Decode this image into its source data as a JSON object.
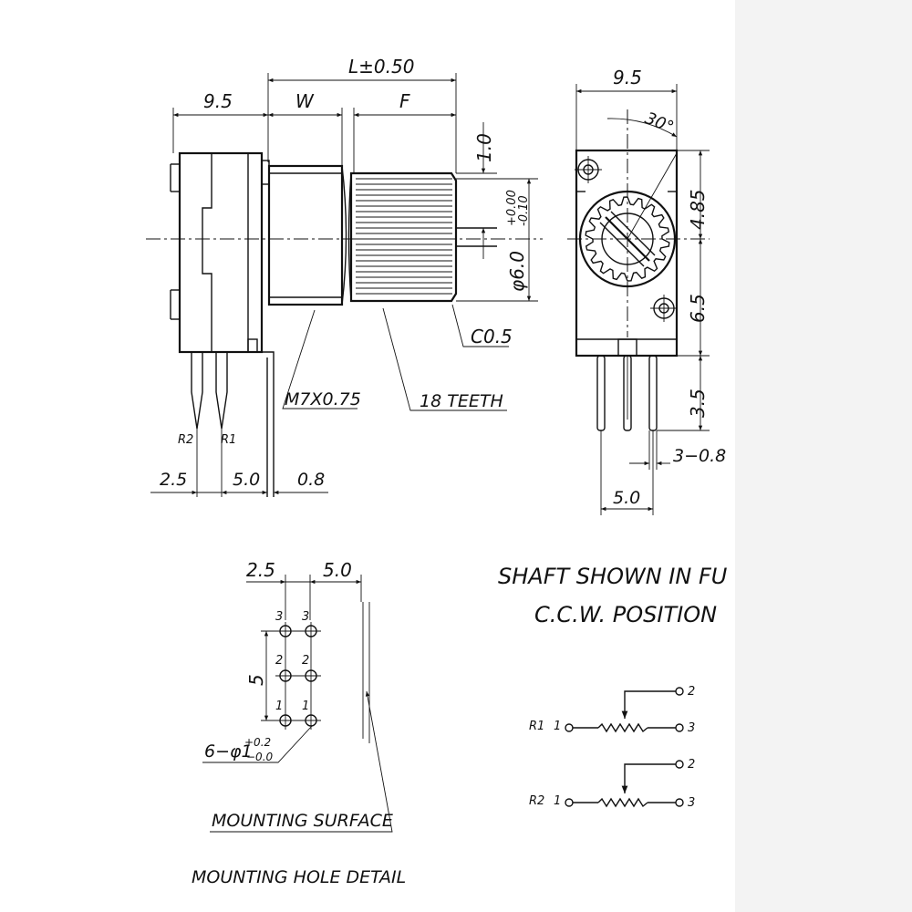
{
  "side_view": {
    "dim_9_5": "9.5",
    "dim_L": "L±0.50",
    "dim_W": "W",
    "dim_F": "F",
    "dim_1_0": "1.0",
    "dim_shaft_dia_main": "φ6.0",
    "dim_shaft_dia_upper": "+0.00",
    "dim_shaft_dia_lower": "-0.10",
    "label_chamfer": "C0.5",
    "label_thread": "M7X0.75",
    "label_teeth": "18 TEETH",
    "pin_r2": "R2",
    "pin_r1": "R1",
    "dim_2_5": "2.5",
    "dim_5_0": "5.0",
    "dim_0_8": "0.8"
  },
  "front_view": {
    "dim_9_5": "9.5",
    "angle_30": "30°",
    "dim_4_85": "4.85",
    "dim_6_5": "6.5",
    "dim_3_5": "3.5",
    "dim_3_0_8": "3−0.8",
    "dim_5_0": "5.0"
  },
  "mounting_hole": {
    "dim_2_5": "2.5",
    "dim_5_0": "5.0",
    "dim_5": "5",
    "row_labels": [
      "3",
      "2",
      "1"
    ],
    "hole_spec_main": "6−φ1",
    "hole_spec_upper": "+0.2",
    "hole_spec_lower": "−0.0",
    "label_surface": "MOUNTING SURFACE",
    "title": "MOUNTING HOLE DETAIL"
  },
  "notes": {
    "line1": "SHAFT SHOWN IN FU",
    "line2": "C.C.W. POSITION"
  },
  "schematic": {
    "r1": {
      "name": "R1",
      "pin1": "1",
      "pin2": "2",
      "pin3": "3"
    },
    "r2": {
      "name": "R2",
      "pin1": "1",
      "pin2": "2",
      "pin3": "3"
    }
  }
}
